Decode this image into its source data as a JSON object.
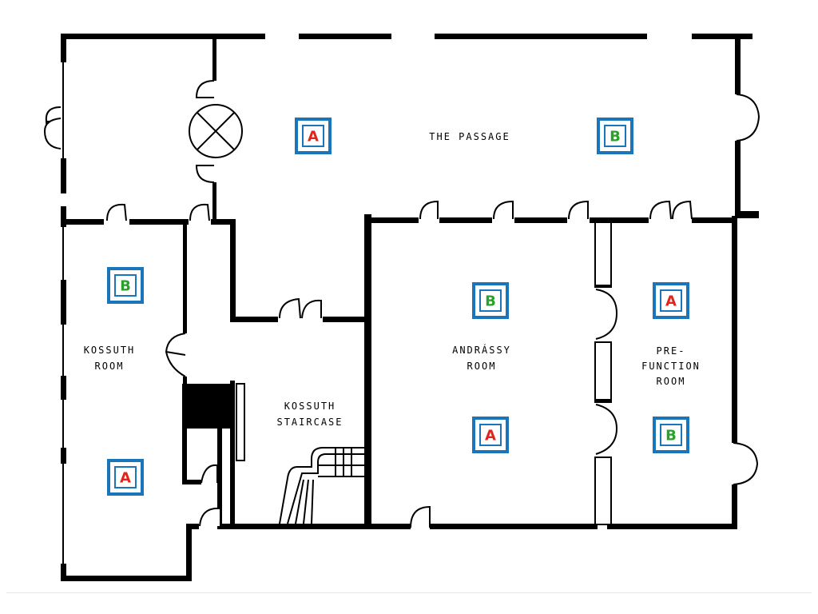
{
  "rooms": {
    "passage": [
      "THE PASSAGE"
    ],
    "kossuth_room": [
      "KOSSUTH",
      "ROOM"
    ],
    "kossuth_staircase": [
      "KOSSUTH",
      "STAIRCASE"
    ],
    "andrassy_room": [
      "ANDRÁSSY",
      "ROOM"
    ],
    "prefunction_room": [
      "PRE-",
      "FUNCTION",
      "ROOM"
    ]
  },
  "badges": {
    "passage_a": "A",
    "passage_b": "B",
    "kossuth_b": "B",
    "kossuth_a": "A",
    "andrassy_b": "B",
    "andrassy_a": "A",
    "prefunction_a": "A",
    "prefunction_b": "B"
  },
  "colors": {
    "badge_border": "#1a75bb",
    "letter_a": "#e0261c",
    "letter_b": "#2aa12a",
    "wall": "#000000"
  }
}
